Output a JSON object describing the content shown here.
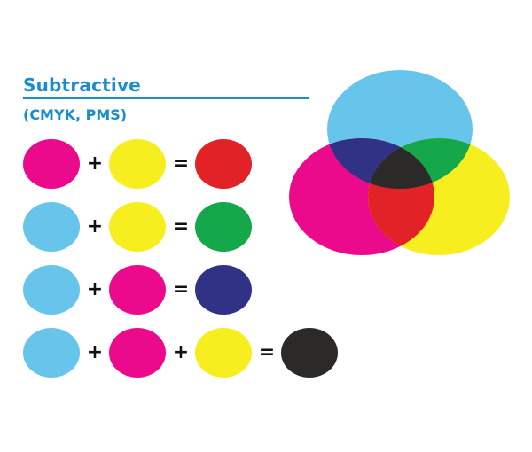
{
  "header": {
    "title": "Subtractive",
    "subtitle": "(CMYK, PMS)"
  },
  "colors": {
    "cyan": "#67c5eb",
    "magenta": "#ec0a8c",
    "yellow": "#f7ee1f",
    "red": "#e12227",
    "green": "#15a84a",
    "blue": "#313185",
    "black": "#2b2a29",
    "accent": "#1a8ccf"
  },
  "equations": [
    {
      "inputs": [
        "magenta",
        "yellow"
      ],
      "result": "red",
      "plus": "+",
      "equals": "="
    },
    {
      "inputs": [
        "cyan",
        "yellow"
      ],
      "result": "green",
      "plus": "+",
      "equals": "="
    },
    {
      "inputs": [
        "cyan",
        "magenta"
      ],
      "result": "blue",
      "plus": "+",
      "equals": "="
    },
    {
      "inputs": [
        "cyan",
        "magenta",
        "yellow"
      ],
      "result": "black",
      "plus": "+",
      "equals": "="
    }
  ],
  "venn": {
    "circles": [
      "cyan",
      "magenta",
      "yellow"
    ],
    "overlaps": {
      "cyan_magenta": "blue",
      "cyan_yellow": "green",
      "magenta_yellow": "red",
      "all": "black"
    }
  }
}
